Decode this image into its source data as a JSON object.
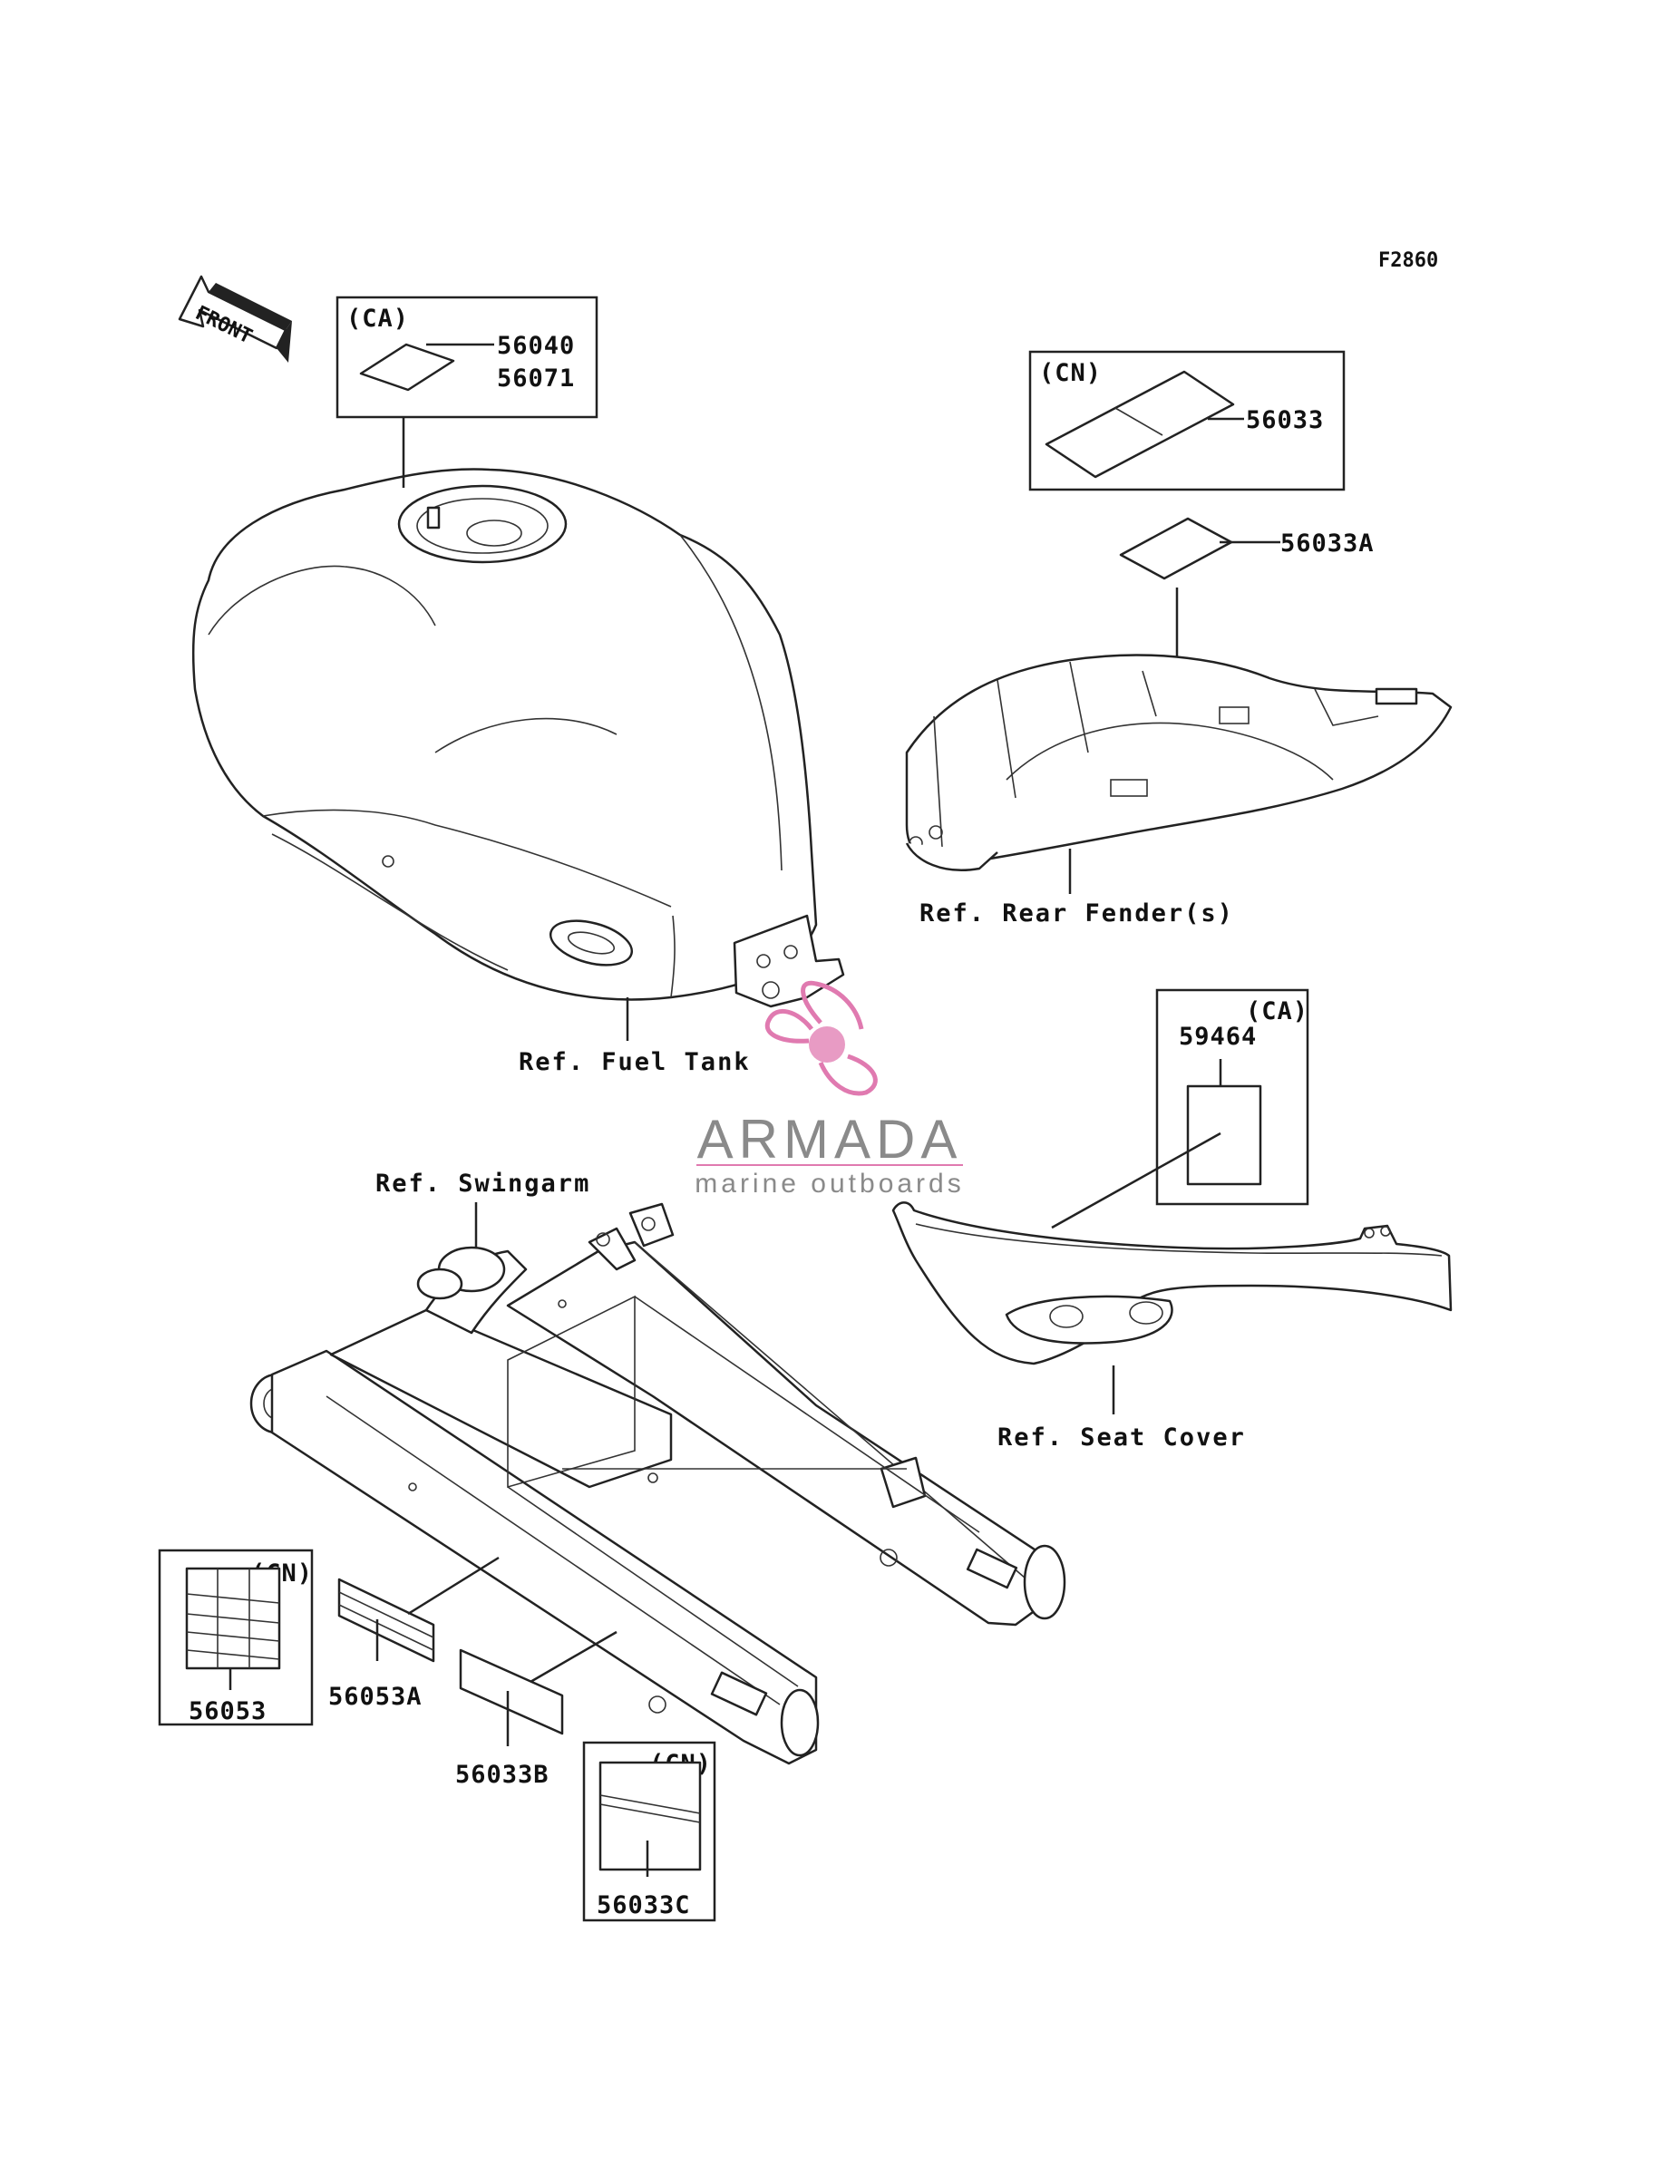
{
  "figure_code": "F2860",
  "front_label": "FRONT",
  "watermark": {
    "title": "ARMADA",
    "subtitle": "marine outboards",
    "title_color": "#8a8a8a",
    "accent_color": "#e07ab0"
  },
  "references": {
    "fuel_tank": "Ref. Fuel Tank",
    "rear_fender": "Ref. Rear Fender(s)",
    "swingarm": "Ref. Swingarm",
    "seat_cover": "Ref. Seat Cover"
  },
  "callouts": {
    "tank_box": {
      "region": "(CA)",
      "parts": [
        "56040",
        "56071"
      ]
    },
    "fender_box": {
      "region": "(CN)",
      "part": "56033"
    },
    "fender_label": "56033A",
    "seat_box": {
      "region": "(CA)",
      "part": "59464"
    },
    "swingarm_box_left": {
      "region": "(CN)",
      "part": "56053"
    },
    "swingarm_label_a": "56053A",
    "swingarm_label_b": "56033B",
    "swingarm_box_bottom": {
      "region": "(CN)",
      "part": "56033C"
    }
  }
}
